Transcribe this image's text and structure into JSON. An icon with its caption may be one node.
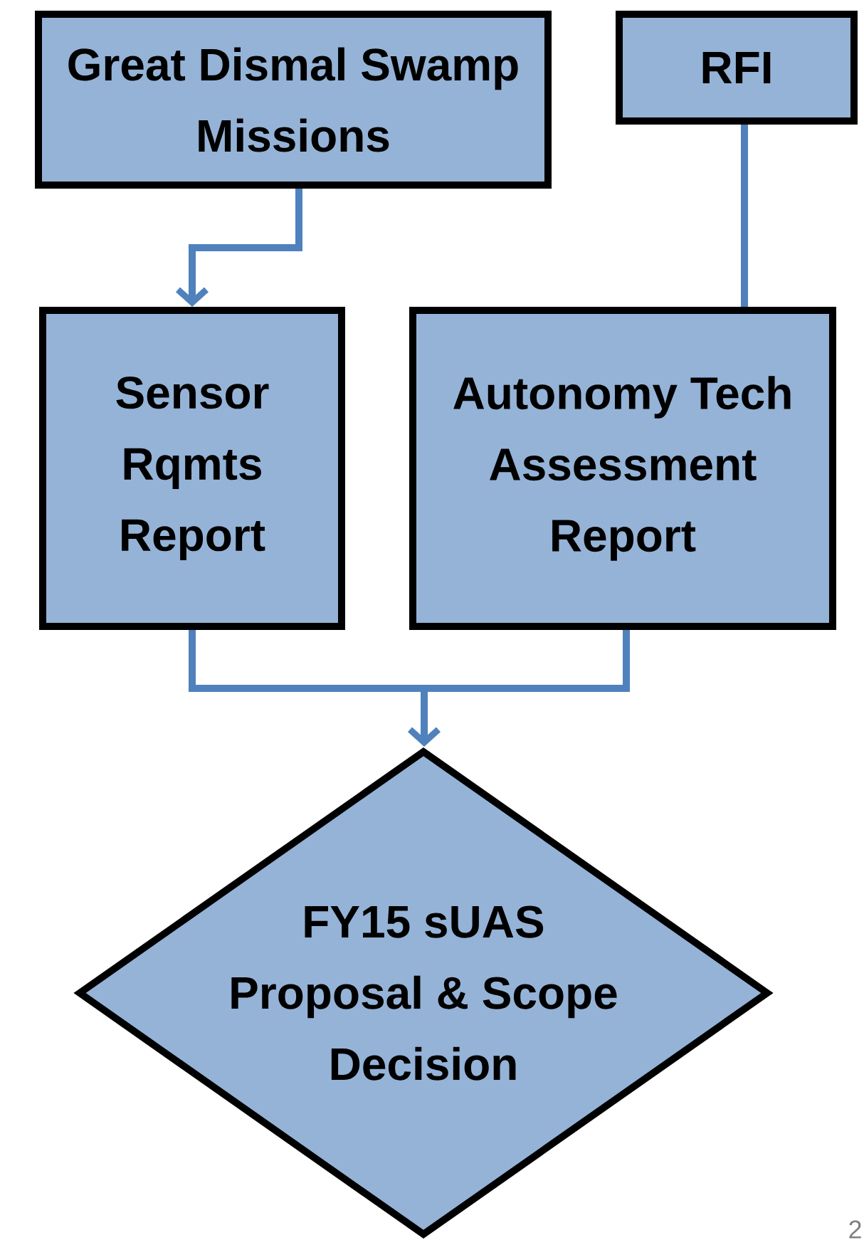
{
  "diagram": {
    "nodes": [
      {
        "text": [
          "Great Dismal Swamp Missions"
        ]
      },
      {
        "text": [
          "RFI"
        ]
      },
      {
        "text": [
          "Sensor Rqmts Report"
        ]
      },
      {
        "text": [
          "Autonomy Tech Assessment Report"
        ]
      },
      {
        "text": [
          "FY15 sUAS Proposal & Scope Decision"
        ]
      }
    ],
    "edges": [
      {
        "from": 0,
        "to": 2,
        "arrow": "to"
      },
      {
        "from": 1,
        "to": 3,
        "arrow": "none"
      },
      {
        "from": 2,
        "to": 4,
        "arrow": "to"
      },
      {
        "from": 3,
        "to": 4,
        "arrow": "to"
      }
    ],
    "labels": [
      "2"
    ]
  }
}
